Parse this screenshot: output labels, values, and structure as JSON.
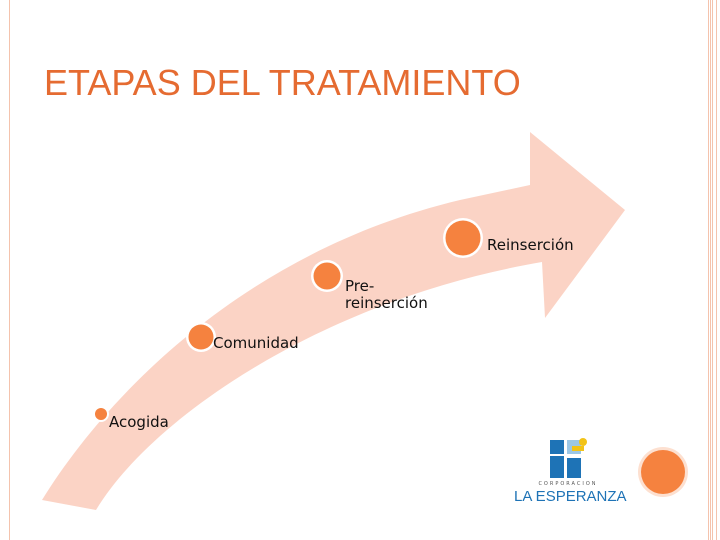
{
  "title": "ETAPAS DEL TRATAMIENTO",
  "stages": [
    {
      "label": "Acogida"
    },
    {
      "label": "Comunidad"
    },
    {
      "label": "Pre-\nreinserción"
    },
    {
      "label": "Reinserción"
    }
  ],
  "logo": {
    "subtitle": "CORPORACION",
    "name": "LA ESPERANZA"
  },
  "colors": {
    "title": "#e56b31",
    "arrow": "#fbd3c5",
    "node": "#f5823f",
    "frame": "#f4c3ad",
    "logo_blue": "#1e73b6",
    "logo_yellow": "#f2c318"
  }
}
